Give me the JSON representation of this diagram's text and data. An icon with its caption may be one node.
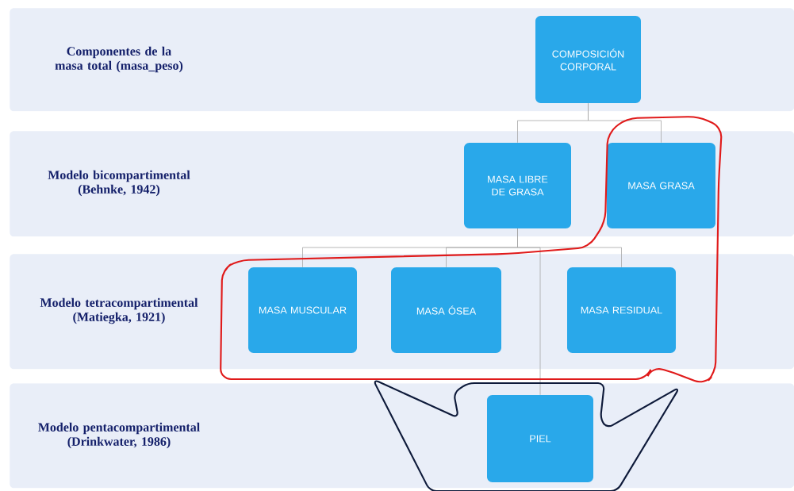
{
  "diagram": {
    "nodes": [
      {
        "text": [
          "Componentes de la masa total (masa_peso)"
        ]
      },
      {
        "text": [
          "COMPOSICIÓN CORPORAL"
        ],
        "in": 0
      },
      {
        "text": [
          "Modelo bicompartimental (Behnke, 1942)"
        ]
      },
      {
        "text": [
          "MASA LIBRE DE GRASA"
        ],
        "in": 2
      },
      {
        "text": [
          "MASA GRASA"
        ],
        "in": 2
      },
      {
        "text": [
          "Modelo tetracompartimental (Matiegka, 1921)"
        ]
      },
      {
        "text": [
          "MASA MUSCULAR"
        ],
        "in": 5
      },
      {
        "text": [
          "MASA ÓSEA"
        ],
        "in": 5
      },
      {
        "text": [
          "MASA RESIDUAL"
        ],
        "in": 5
      },
      {
        "text": [
          "Modelo pentacompartimental (Drinkwater, 1986)"
        ]
      },
      {
        "text": [
          "PIEL"
        ],
        "in": 9
      }
    ],
    "edges": [
      {
        "from": 1,
        "to": 3,
        "arrow": "none"
      },
      {
        "from": 1,
        "to": 4,
        "arrow": "none"
      },
      {
        "from": 3,
        "to": 6,
        "arrow": "none"
      },
      {
        "from": 3,
        "to": 7,
        "arrow": "none"
      },
      {
        "from": 3,
        "to": 8,
        "arrow": "none"
      },
      {
        "from": 3,
        "to": 10,
        "arrow": "none"
      }
    ]
  }
}
